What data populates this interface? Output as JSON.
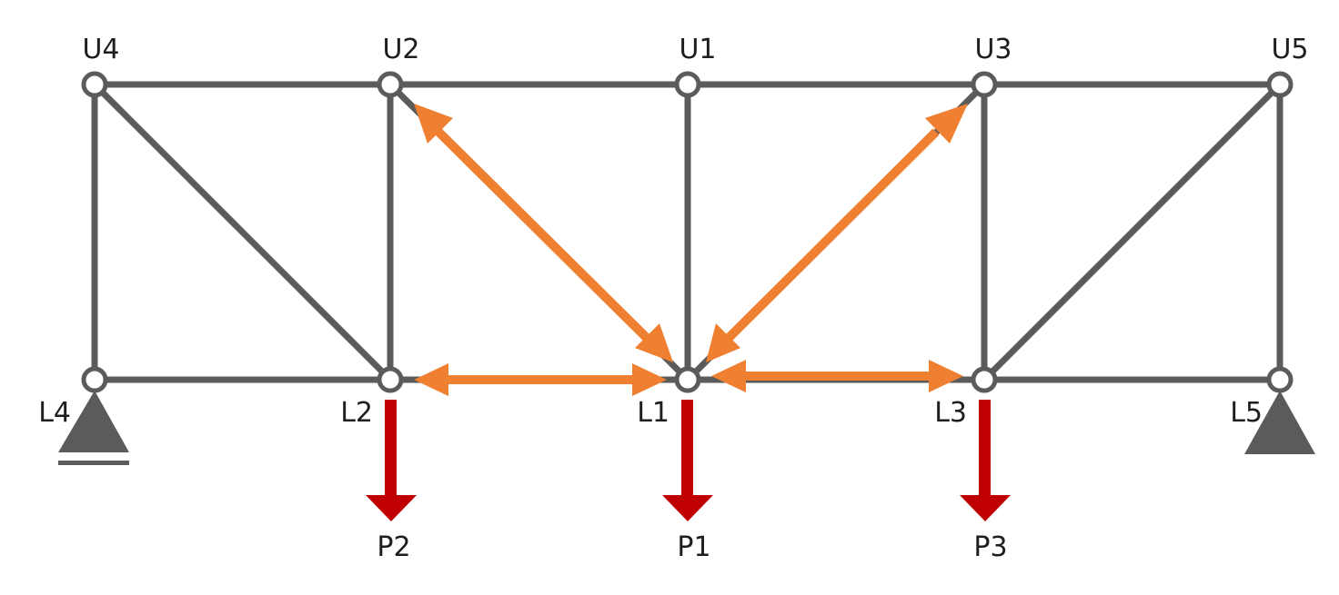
{
  "colors": {
    "member": "#5b5b5b",
    "node_fill": "#ffffff",
    "support": "#5b5b5b",
    "member_force_arrow": "#ef7f31",
    "load_arrow": "#c00000",
    "label": "#1e1e1e"
  },
  "nodes": {
    "upper": [
      "U4",
      "U2",
      "U1",
      "U3",
      "U5"
    ],
    "lower": [
      "L4",
      "L2",
      "L1",
      "L3",
      "L5"
    ]
  },
  "members": [
    [
      "U4",
      "U2"
    ],
    [
      "U2",
      "U1"
    ],
    [
      "U1",
      "U3"
    ],
    [
      "U3",
      "U5"
    ],
    [
      "L4",
      "L2"
    ],
    [
      "L2",
      "L1"
    ],
    [
      "L1",
      "L3"
    ],
    [
      "L3",
      "L5"
    ],
    [
      "U4",
      "L4"
    ],
    [
      "U2",
      "L2"
    ],
    [
      "U1",
      "L1"
    ],
    [
      "U3",
      "L3"
    ],
    [
      "U5",
      "L5"
    ],
    [
      "U4",
      "L2"
    ],
    [
      "U2",
      "L1"
    ],
    [
      "L1",
      "U3"
    ],
    [
      "L3",
      "U5"
    ]
  ],
  "highlighted_member_forces": [
    [
      "L1",
      "U2"
    ],
    [
      "L1",
      "U3"
    ],
    [
      "L1",
      "L2"
    ],
    [
      "L1",
      "L3"
    ]
  ],
  "supports": [
    {
      "node": "L4",
      "type": "roller"
    },
    {
      "node": "L5",
      "type": "pin"
    }
  ],
  "loads": [
    {
      "node": "L2",
      "label": "P2"
    },
    {
      "node": "L1",
      "label": "P1"
    },
    {
      "node": "L3",
      "label": "P3"
    }
  ],
  "labels": {
    "U4": "U4",
    "U2": "U2",
    "U1": "U1",
    "U3": "U3",
    "U5": "U5",
    "L4": "L4",
    "L2": "L2",
    "L1": "L1",
    "L3": "L3",
    "L5": "L5",
    "P2": "P2",
    "P1": "P1",
    "P3": "P3"
  }
}
